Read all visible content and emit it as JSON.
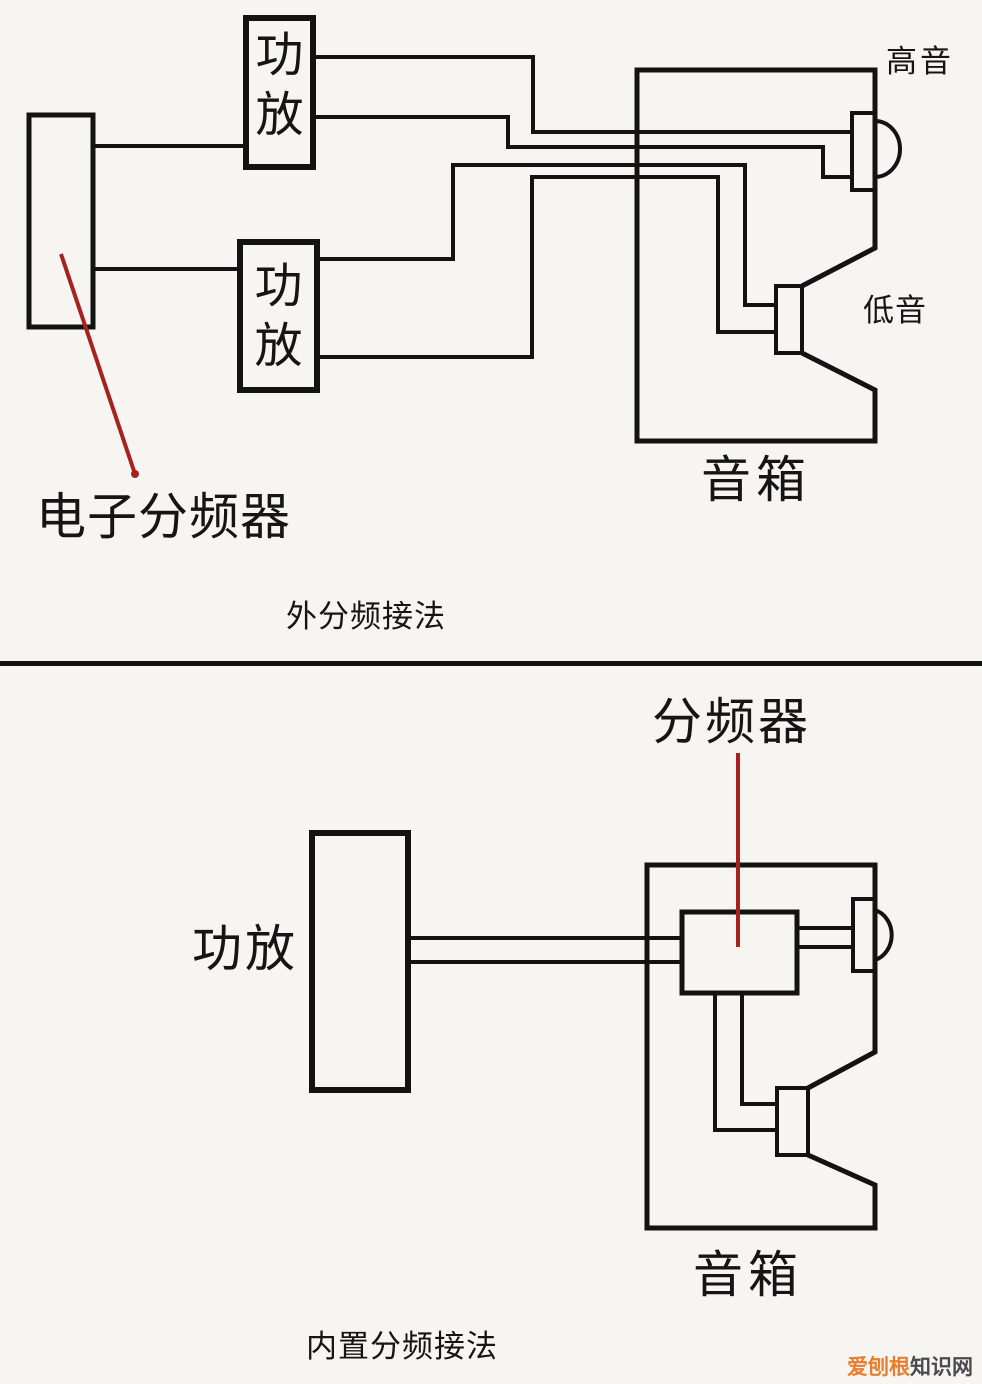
{
  "page": {
    "background": "#f7f5f2",
    "colors": {
      "line": "#131313",
      "red": "#a6221f",
      "watermark_brand": "#e97e2f",
      "watermark_suffix": "#4a4a50"
    }
  },
  "top_diagram": {
    "crossover_label": "电子分频器",
    "amp_top_label": "功放",
    "amp_bottom_label": "功放",
    "tweeter_label": "高音",
    "woofer_label": "低音",
    "speaker_label": "音箱",
    "caption": "外分频接法"
  },
  "bottom_diagram": {
    "amp_label": "功放",
    "crossover_label": "分频器",
    "speaker_label": "音箱",
    "caption": "内置分频接法"
  },
  "watermark": {
    "brand": "爱刨根",
    "suffix": "知识网"
  }
}
